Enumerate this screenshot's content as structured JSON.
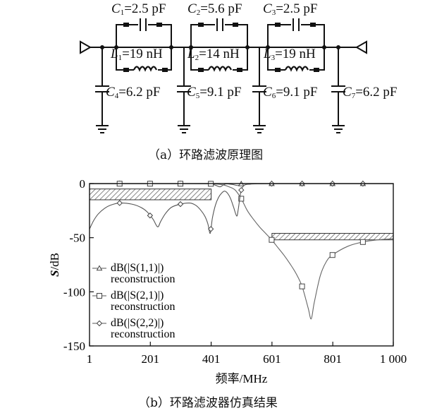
{
  "circuit": {
    "c1": {
      "sym": "C",
      "sub": "1",
      "val": "=2.5 pF"
    },
    "c2": {
      "sym": "C",
      "sub": "2",
      "val": "=5.6 pF"
    },
    "c3": {
      "sym": "C",
      "sub": "3",
      "val": "=2.5 pF"
    },
    "l1": {
      "sym": "L",
      "sub": "1",
      "val": "=19 nH"
    },
    "l2": {
      "sym": "L",
      "sub": "2",
      "val": "=14 nH"
    },
    "l3": {
      "sym": "L",
      "sub": "3",
      "val": "=19 nH"
    },
    "c4": {
      "sym": "C",
      "sub": "4",
      "val": "=6.2 pF"
    },
    "c5": {
      "sym": "C",
      "sub": "5",
      "val": "=9.1 pF"
    },
    "c6": {
      "sym": "C",
      "sub": "6",
      "val": "=9.1 pF"
    },
    "c7": {
      "sym": "C",
      "sub": "7",
      "val": "=6.2 pF"
    }
  },
  "caption_a": "（a）环路滤波原理图",
  "caption_b": "（b）环路滤波器仿真结果",
  "chart_data": {
    "type": "line",
    "xlabel": "频率/MHz",
    "ylabel_italic": "S",
    "ylabel_rest": "/dB",
    "xlim": [
      1,
      1000
    ],
    "ylim": [
      -150,
      0
    ],
    "xticks": [
      "1",
      "201",
      "401",
      "601",
      "801",
      "1 000"
    ],
    "xtick_values": [
      1,
      201,
      401,
      601,
      801,
      1000
    ],
    "yticks": [
      "0",
      "-50",
      "-100",
      "-150"
    ],
    "ytick_values": [
      0,
      -50,
      -100,
      -150
    ],
    "grid": false,
    "legend_position": "lower-left",
    "series": [
      {
        "name_line1": "dB(|S(1,1)|)",
        "name_line2": "reconstruction",
        "marker": "triangle",
        "x": [
          1,
          30,
          60,
          100,
          140,
          180,
          220,
          240,
          260,
          300,
          340,
          370,
          400,
          415,
          430,
          440,
          450,
          470,
          490,
          500,
          520,
          560,
          600,
          700,
          800,
          900,
          1000
        ],
        "y": [
          -0.1,
          -0.05,
          -0.08,
          -0.05,
          -0.04,
          -0.06,
          -0.02,
          -0.03,
          -0.05,
          -0.02,
          -0.04,
          -0.03,
          -0.3,
          -1.5,
          -3,
          -1.5,
          -0.3,
          -0.8,
          -1.8,
          -0.3,
          -0.05,
          -0.02,
          -0.02,
          -0.02,
          -0.02,
          -0.02,
          -0.02
        ]
      },
      {
        "name_line1": "dB(|S(2,1)|)",
        "name_line2": "reconstruction",
        "marker": "square",
        "x": [
          1,
          100,
          200,
          300,
          400,
          420,
          440,
          460,
          480,
          500,
          520,
          540,
          560,
          580,
          600,
          620,
          640,
          660,
          680,
          700,
          720,
          730,
          740,
          760,
          780,
          800,
          850,
          900,
          950,
          1000
        ],
        "y": [
          -0.1,
          -0.1,
          -0.1,
          -0.1,
          -0.2,
          -0.5,
          -1.2,
          -3,
          -6,
          -14,
          -25,
          -33,
          -40,
          -46,
          -52,
          -59,
          -66,
          -74,
          -83,
          -95,
          -115,
          -125,
          -110,
          -85,
          -72,
          -66,
          -58,
          -54,
          -52,
          -51
        ]
      },
      {
        "name_line1": "dB(|S(2,2)|)",
        "name_line2": "reconstruction",
        "marker": "diamond",
        "x": [
          1,
          15,
          30,
          50,
          70,
          100,
          140,
          170,
          190,
          210,
          225,
          235,
          250,
          270,
          300,
          330,
          350,
          365,
          380,
          390,
          398,
          405,
          415,
          425,
          435,
          445,
          455,
          465,
          475,
          485,
          490,
          495,
          500,
          510,
          530,
          560,
          600,
          700,
          800,
          900,
          1000
        ],
        "y": [
          -42,
          -34,
          -28,
          -23,
          -20,
          -18,
          -19,
          -22,
          -26,
          -33,
          -40,
          -35,
          -28,
          -22,
          -19,
          -18,
          -20,
          -24,
          -30,
          -37,
          -46,
          -32,
          -20,
          -13,
          -9,
          -7,
          -9,
          -14,
          -22,
          -30,
          -24,
          -14,
          -6,
          -1.5,
          -0.5,
          -0.2,
          -0.1,
          -0.1,
          -0.1,
          -0.1,
          -0.1
        ]
      }
    ],
    "spec_regions": [
      {
        "x": [
          1,
          401
        ],
        "y": [
          -5,
          -15
        ]
      },
      {
        "x": [
          601,
          1000
        ],
        "y": [
          -46,
          -52
        ]
      }
    ]
  }
}
